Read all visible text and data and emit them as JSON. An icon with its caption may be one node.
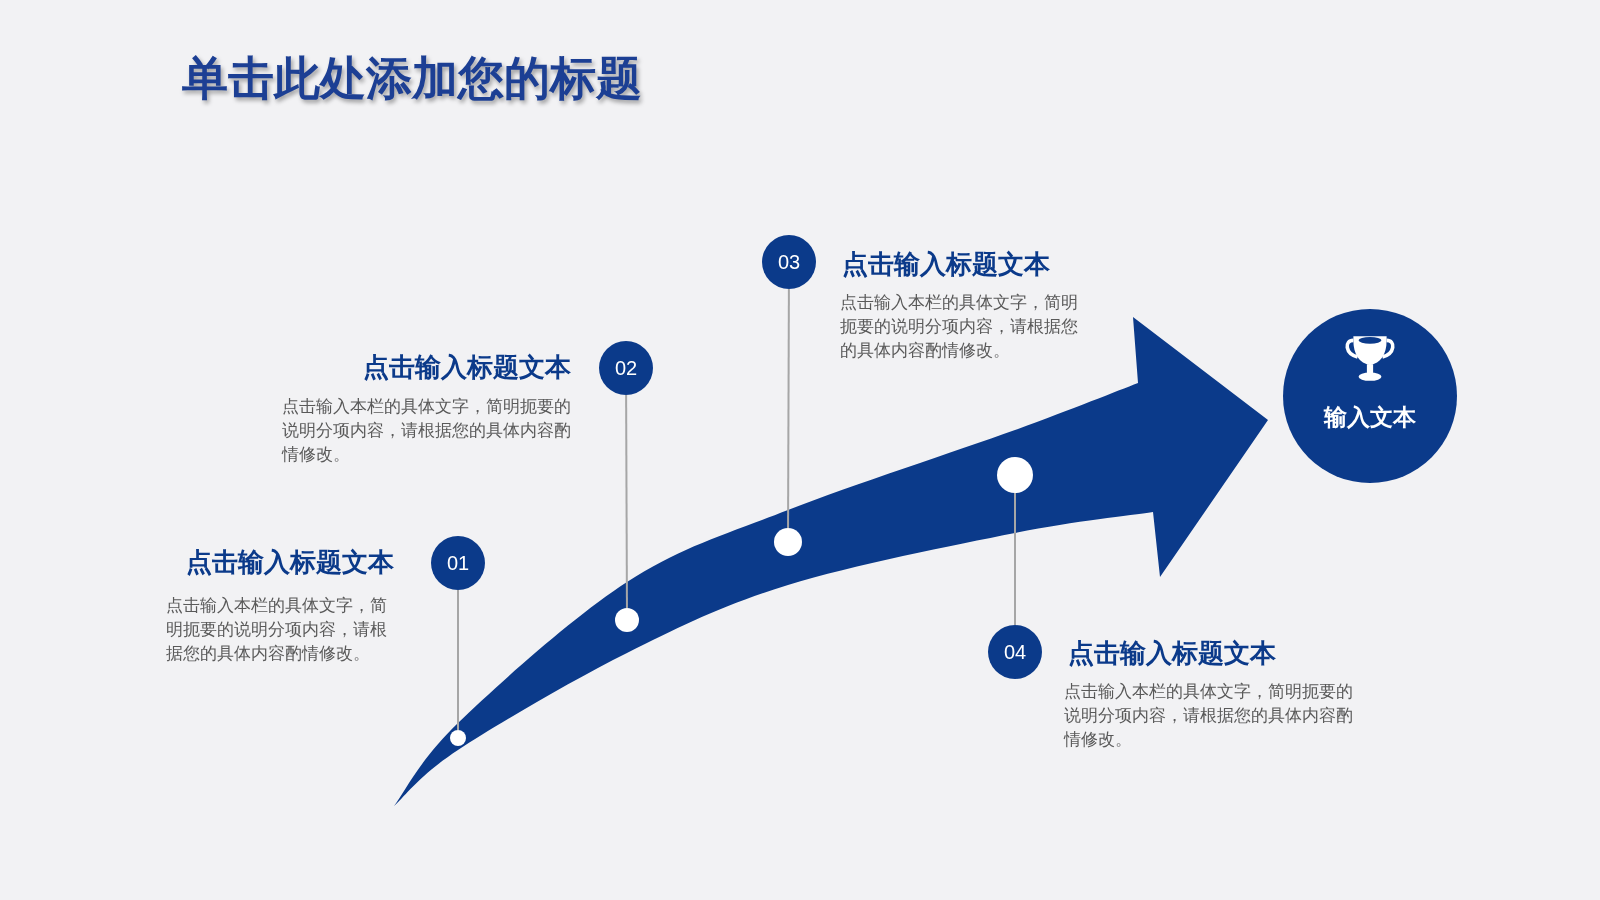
{
  "diagram": {
    "title": "单击此处添加您的标题",
    "nodes": [
      {
        "text": [
          "01"
        ],
        "beside": [
          "点击输入标题文本",
          "点击输入本栏的具体文字，简明扼要的说明分项内容，请根据您的具体内容酌情修改。"
        ]
      },
      {
        "text": [
          "02"
        ],
        "beside": [
          "点击输入标题文本",
          "点击输入本栏的具体文字，简明扼要的说明分项内容，请根据您的具体内容酌情修改。"
        ]
      },
      {
        "text": [
          "03"
        ],
        "beside": [
          "点击输入标题文本",
          "点击输入本栏的具体文字，简明扼要的说明分项内容，请根据您的具体内容酌情修改。"
        ]
      },
      {
        "text": [
          "04"
        ],
        "beside": [
          "点击输入标题文本",
          "点击输入本栏的具体文字，简明扼要的说明分项内容，请根据您的具体内容酌情修改。"
        ]
      },
      {
        "text": [],
        "shape": "circle"
      },
      {
        "text": [],
        "shape": "circle"
      },
      {
        "text": [],
        "shape": "circle"
      },
      {
        "text": [],
        "shape": "circle"
      },
      {
        "text": [
          "输入文本"
        ]
      }
    ],
    "edges": [
      {
        "from": 0,
        "to": 4,
        "arrow": "none"
      },
      {
        "from": 1,
        "to": 5,
        "arrow": "none"
      },
      {
        "from": 2,
        "to": 6,
        "arrow": "none"
      },
      {
        "from": 3,
        "to": 7,
        "arrow": "none"
      }
    ]
  }
}
